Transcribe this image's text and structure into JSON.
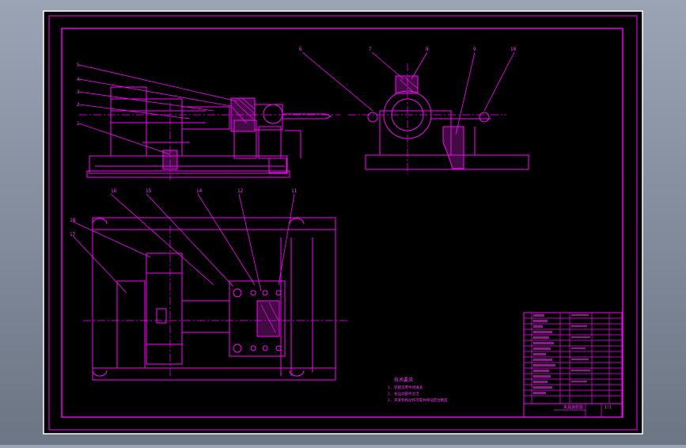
{
  "colors": {
    "viewport_bg": "#9aa4b4",
    "sheet_bg": "#000000",
    "line": "#ff00ff",
    "frame": "#ffffff"
  },
  "tech_requirements": {
    "title": "技术要求",
    "items": [
      "1. 装配前零件须清洗",
      "2. 各运动部件灵活",
      "3. 夹紧机构动作可靠并保证定位精度"
    ]
  },
  "title_block": {
    "drawing_name": "夹具装配图",
    "scale": "1:1"
  }
}
